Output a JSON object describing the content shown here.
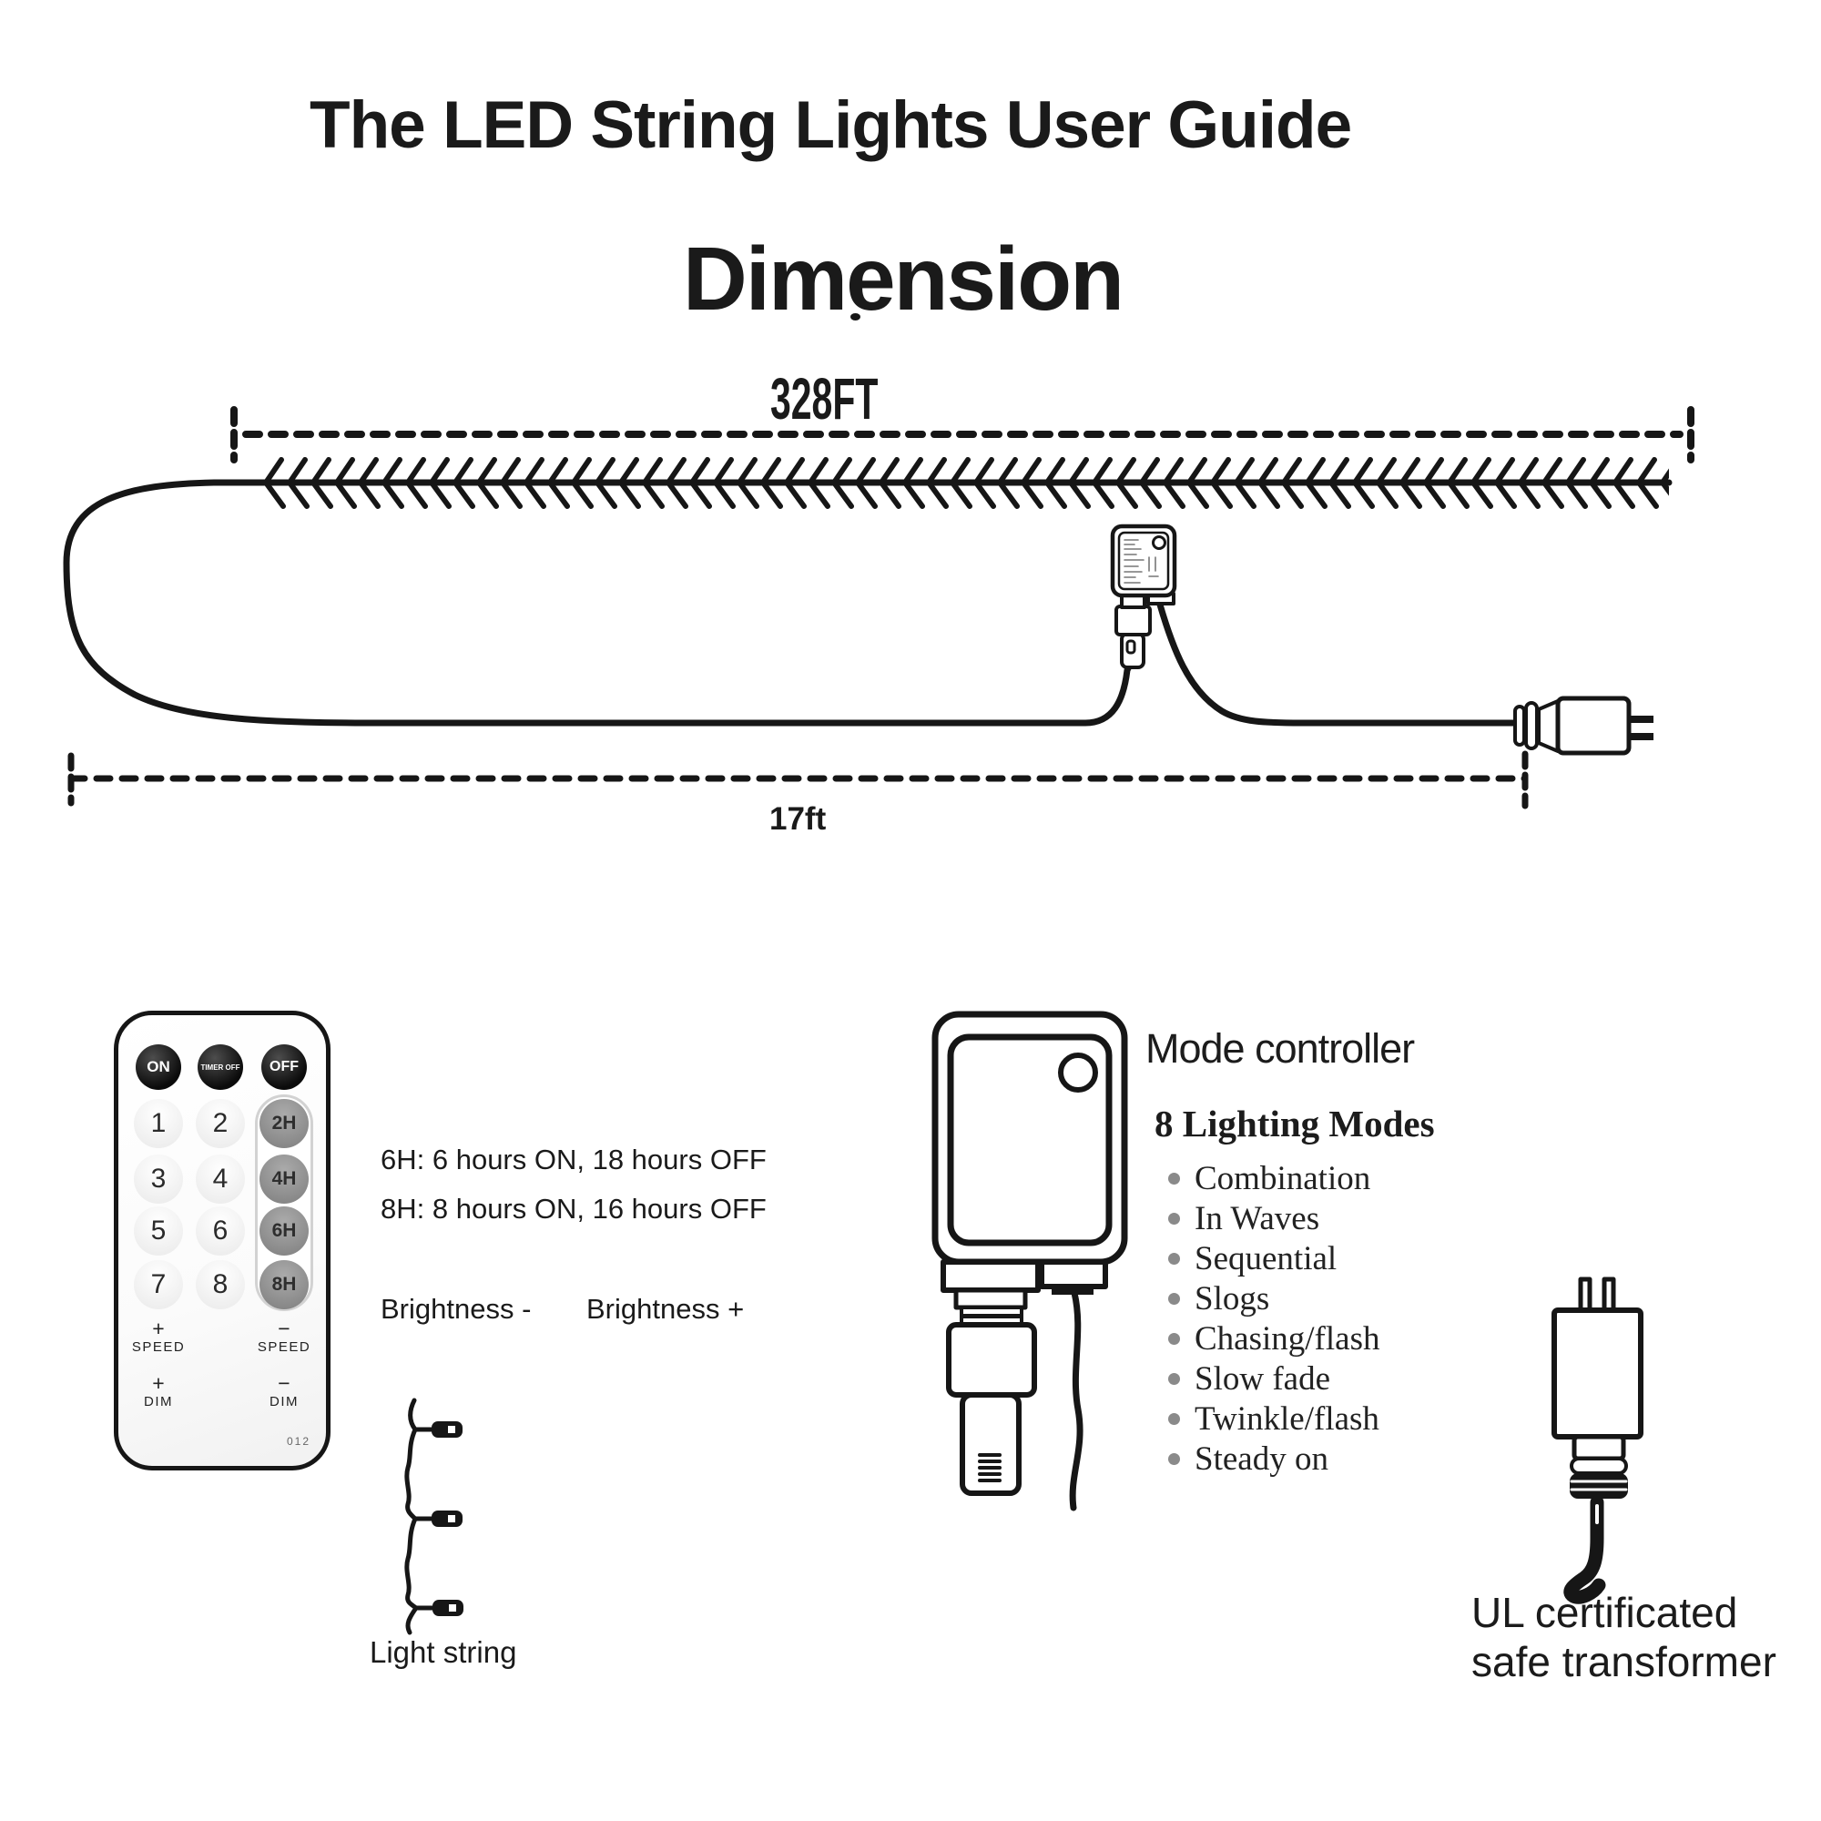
{
  "page": {
    "title": "The LED String Lights User Guide",
    "section_heading": "Dimension"
  },
  "dimension_diagram": {
    "string_length_label": "328FT",
    "lead_length_label": "17ft"
  },
  "remote": {
    "power_buttons": [
      "ON",
      "TIMER OFF",
      "OFF"
    ],
    "number_buttons": [
      "1",
      "2",
      "3",
      "4",
      "5",
      "6",
      "7",
      "8"
    ],
    "timer_buttons": [
      "2H",
      "4H",
      "6H",
      "8H"
    ],
    "speed_plus_sign": "+",
    "speed_minus_sign": "−",
    "speed_label": "SPEED",
    "dim_plus_sign": "+",
    "dim_minus_sign": "−",
    "dim_label": "DIM",
    "model_code": "012"
  },
  "notes": {
    "timer_line1": "6H: 6 hours ON, 18 hours OFF",
    "timer_line2": "8H: 8 hours ON, 16 hours OFF",
    "brightness_minus": "Brightness -",
    "brightness_plus": "Brightness +"
  },
  "light_string": {
    "label": "Light string"
  },
  "mode_controller": {
    "title": "Mode controller",
    "modes_heading": "8 Lighting Modes",
    "modes": [
      "Combination",
      "In Waves",
      "Sequential",
      "Slogs",
      "Chasing/flash",
      "Slow fade",
      "Twinkle/flash",
      "Steady on"
    ]
  },
  "transformer": {
    "label_line1": "UL certificated",
    "label_line2": "safe transformer"
  },
  "colors": {
    "ink": "#161616",
    "timer_button_gray": "#8f8f8f",
    "bullet_gray": "#8a8a8a"
  }
}
